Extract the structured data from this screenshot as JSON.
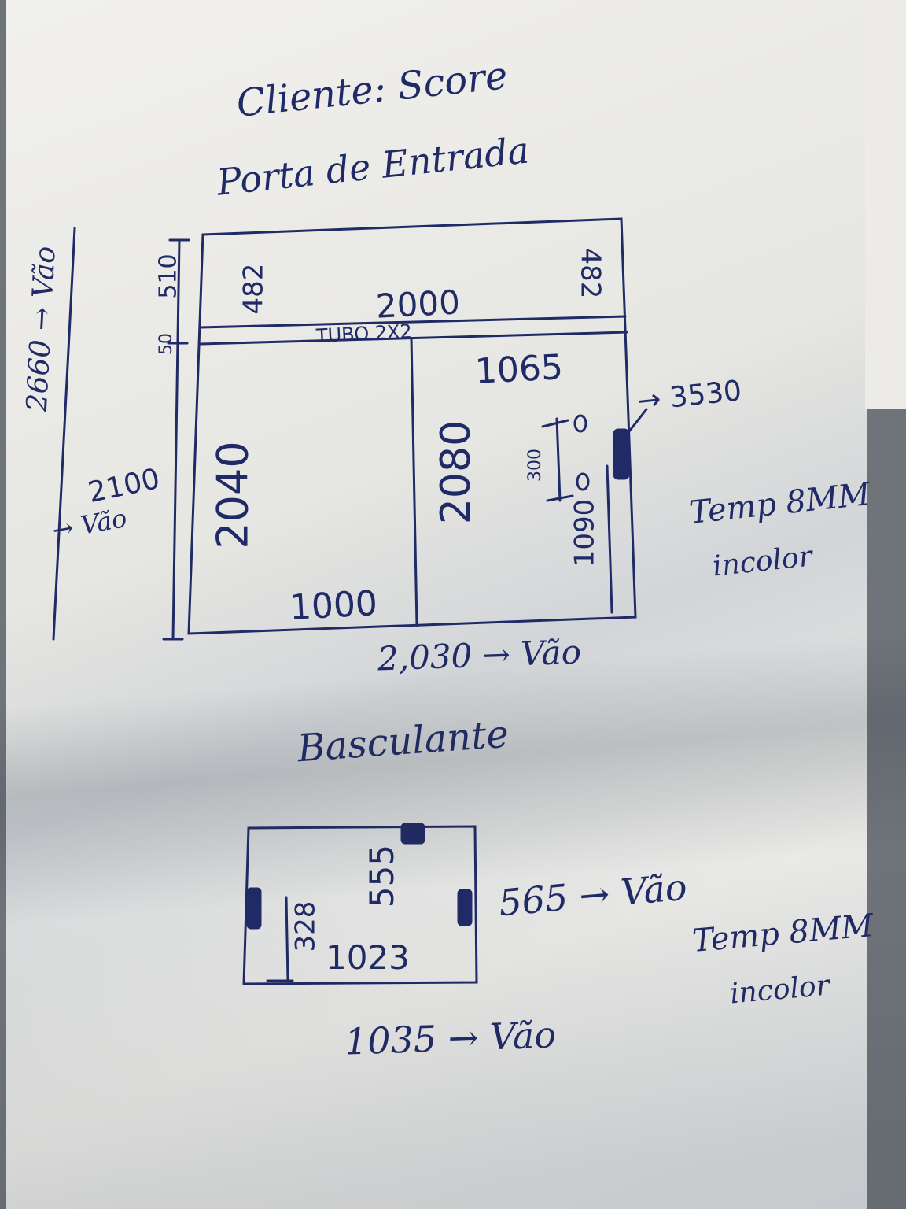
{
  "header": {
    "client": "Cliente: Score",
    "subtitle": "Porta de Entrada"
  },
  "door": {
    "label_482_left": "482",
    "label_482_right": "482",
    "label_510": "510",
    "label_50": "50",
    "label_2000": "2000",
    "label_tubo": "TUBO 2X2",
    "label_1065": "1065",
    "label_2040": "2040",
    "label_2080": "2080",
    "label_1000": "1000",
    "label_300": "300",
    "label_1090": "1090",
    "label_2660": "2660 → Vão",
    "label_2100": "2100",
    "label_2100_vao": "→ Vão",
    "label_3530": "→ 3530",
    "label_2030": "2,030 → Vão",
    "glass_note_line1": "Temp 8MM",
    "glass_note_line2": "incolor"
  },
  "basculante": {
    "title": "Basculante",
    "label_555": "555",
    "label_328": "328",
    "label_1023": "1023",
    "label_565": "565 → Vão",
    "label_1035": "1035 → Vão",
    "glass_note_line1": "Temp 8MM",
    "glass_note_line2": "incolor"
  }
}
